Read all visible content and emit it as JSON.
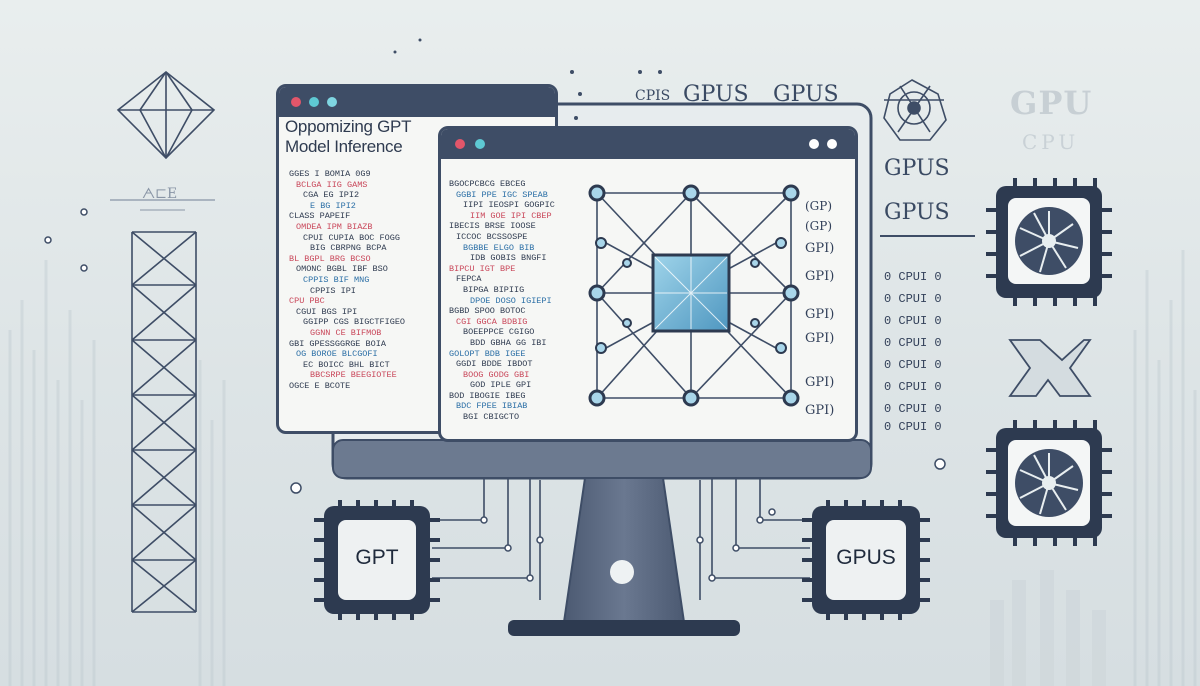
{
  "back_window": {
    "title_line1": "Oppomizing GPT",
    "title_line2": "Model Inference",
    "code_lines": [
      "GGES I BOMIA 0G9",
      "BCLGA IIG GAMS",
      "CGA EG IPI2",
      "E BG IPI2",
      "CLASS PAPEIF",
      "OMDEA IPM BIAZB",
      "CPUI CUPIA BOC FOGG",
      "BIG CBRPNG BCPA",
      "BL BGPL BRG BCSO",
      "OMONC BGBL IBF BSO",
      "CPPIS BIF MNG",
      "CPPIS IPI",
      "CPU PBC",
      "CGUI BGS IPI",
      "GGIPP CGS BIGCTFIGEO",
      "GGNN CE BIFMOB",
      "GBI GPESSGGRGE BOIA",
      "OG BOROE BLCGOFI",
      "EC BOICC BHL BICT",
      "BBCSRPE BEEGIOTEE",
      "OGCE E BCOTE"
    ]
  },
  "front_window": {
    "code_lines": [
      "BGOCPCBCG EBCEG",
      "GGBI PPE IGC SPEAB",
      "IIPI IEOSPI GOGPIC",
      "IIM GOE IPI CBEP",
      "IBECIS BRSE IOOSE",
      "ICCOC BCSSOSPE",
      "BGBBE ELGO BIB",
      "IDB GOBIS BNGFI",
      "BIPCU IGT BPE",
      "FEPCA",
      "BIPGA BIPIIG",
      "DPOE DOSO IGIEPI",
      "BGBD SPOO BOTOC",
      "CGI GGCA BDBIG",
      "BOEEPPCE CGIGO",
      "BDD GBHA GG IBI",
      "GOLOPT BDB IGEE",
      "GGDI BDDE IBDOT",
      "BOOG GODG GBI",
      "GOD IPLE GPI",
      "BOD IBOGIE IBEG",
      "BDC FPEE IBIAB",
      "BGI CBIGCTO"
    ],
    "side_labels": [
      "(GP)",
      "(GP)",
      "GPI)",
      "GPI)",
      "GPI)",
      "GPI)",
      "GPI)",
      "GPI)"
    ]
  },
  "top_text": {
    "cpis": "CPIS",
    "gpus_1": "GPUS",
    "gpus_2": "GPUS",
    "gpu_logo_1": "GPU",
    "cpu_logo": "CPU"
  },
  "right_column": {
    "gpus_a": "GPUS",
    "gpus_b": "GPUS",
    "cpu_rows": [
      "0 CPUI 0",
      "0 CPUI 0",
      "0 CPUI 0",
      "0 CPUI 0",
      "0 CPUI 0",
      "0 CPUI 0",
      "0 CPUI 0",
      "0 CPUI 0"
    ]
  },
  "left_top_symbols": "ᗅ⊏E",
  "chips": {
    "left": "GPT",
    "right": "GPUS"
  },
  "colors": {
    "navy": "#3e4d66",
    "accent_blue": "#5ea8cf",
    "red": "#e2566a",
    "teal": "#5ec9d3",
    "background": "#e4eaeb"
  }
}
